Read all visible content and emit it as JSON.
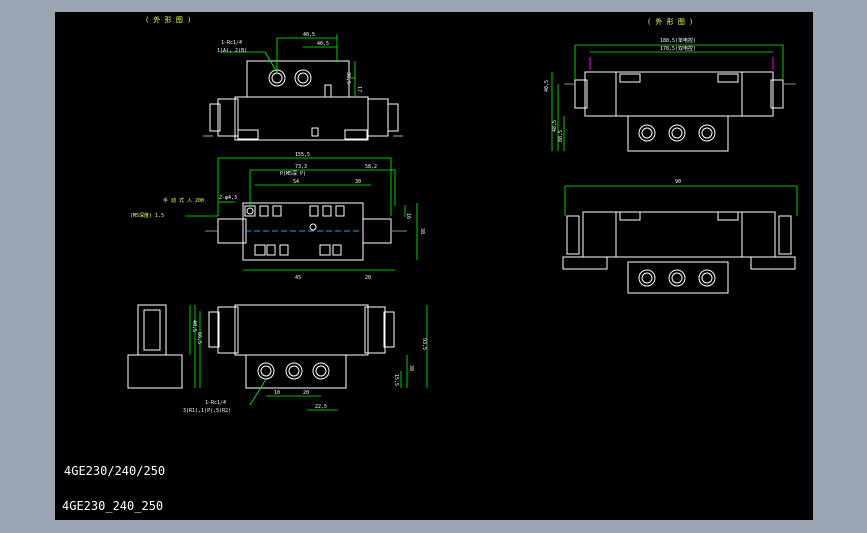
{
  "drawing": {
    "title_lines": [
      "4GE230/240/250",
      "4GE230_240_250"
    ],
    "view_labels": [
      "( 外 形 图 )",
      "( 外 形 图 )"
    ],
    "dims": {
      "top_a": "40,5",
      "top_b": "40,5",
      "top_port": "1-Rc1/4",
      "top_port2": "1(A), 2(B)",
      "top_h1": "36,5",
      "top_h2": "17",
      "mid_total": "155,5",
      "mid_a": "73,3",
      "mid_b": "58,2",
      "mid_c": "54",
      "mid_d": "30",
      "mid_e": "16",
      "mid_f": "45",
      "mid_g": "20",
      "mid_h": "38",
      "mid_port": "2-φ4,3",
      "mid_note": "手 动 式 入 200",
      "mid_note2": "(M5深度) 1.5",
      "mid_sub": "P(M5深 P)",
      "bot_h1": "40,5",
      "bot_h2": "66,5",
      "bot_h3": "93,5",
      "bot_h4": "38",
      "bot_h5": "15,5",
      "bot_w1": "10",
      "bot_w2": "20",
      "bot_w3": "22,5",
      "bot_port": "1-Rc1/4",
      "bot_port2": "3(R1),1(P),5(R2)",
      "right_top_1": "188,5(单电控)",
      "right_top_2": "178,5(双电控)",
      "right_side_1": "40,5",
      "right_side_2": "48,5",
      "right_side_3": "88,5",
      "right_bot": "90"
    }
  }
}
